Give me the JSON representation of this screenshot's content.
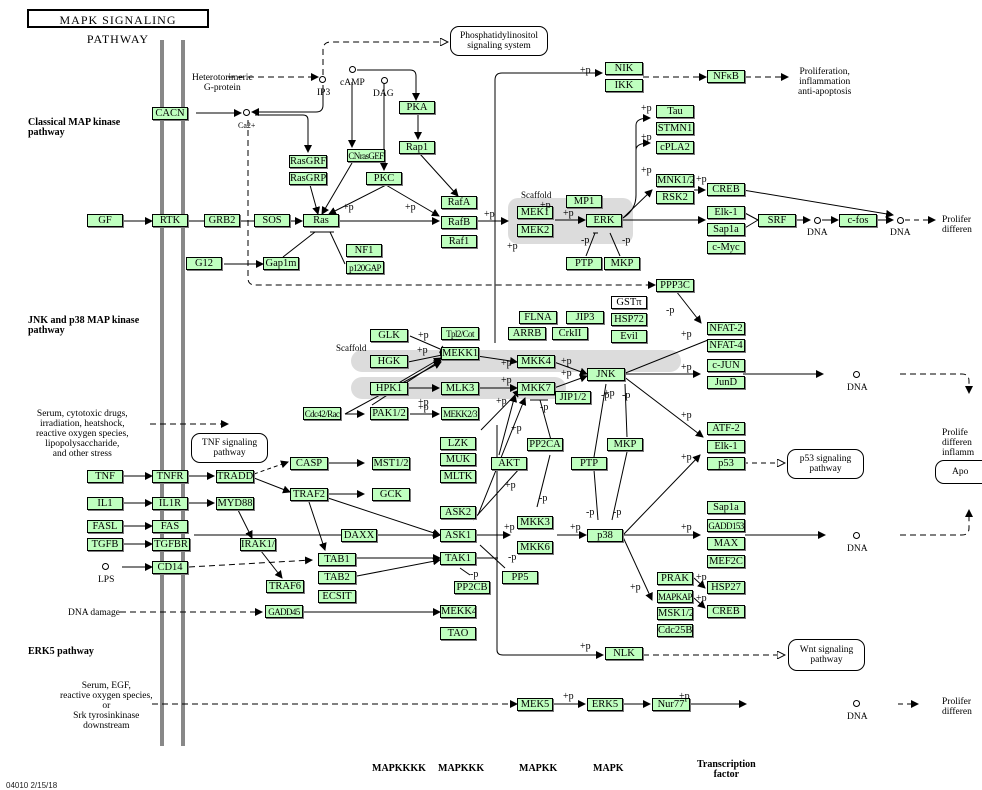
{
  "title": "MAPK SIGNALING PATHWAY",
  "pathway_id_date": "04010 2/15/18",
  "section_labels": {
    "classical": "Classical MAP kinase\npathway",
    "jnk_p38": "JNK and p38 MAP kinase\npathway",
    "erk5": "ERK5 pathway"
  },
  "column_labels": [
    "MAPKKKK",
    "MAPKKK",
    "MAPKK",
    "MAPK",
    "Transcription\nfactor"
  ],
  "stimuli": {
    "heterotrimeric": "Heterotorimeric\nG-protein",
    "stress": "Serum, cytotoxic drugs,\nirradiation, heatshock,\nreactive oxygen species,\nlipopolysaccharide,\nand other stress",
    "dna_damage": "DNA damage",
    "serum_egf": "Serum, EGF,\nreactive oxygen species,\nor\nSrk tyrosinkinase\ndownstream"
  },
  "compounds": {
    "ip3": "IP3",
    "camp": "cAMP",
    "dag": "DAG",
    "ca": "Ca2+",
    "lps": "LPS",
    "dna": "DNA"
  },
  "outcomes": {
    "nfkb_outcome": "Proliferation,\ninflammation\nanti-apoptosis",
    "prolif_diff": "Prolifer\ndifferen",
    "prolif_diff_infl": "Prolife\ndifferen\ninflamm",
    "apoptosis": "Apo"
  },
  "maps": {
    "phosphatidylinositol": "Phosphatidylinositol\nsignaling system",
    "tnf": "TNF signaling\npathway",
    "p53": "p53 signaling\npathway",
    "wnt": "Wnt signaling\npathway"
  },
  "scaffold_labels": [
    "Scaffold",
    "Scaffold"
  ],
  "nodes": {
    "CACN": "CACN",
    "RasGRF": "RasGRF",
    "RasGRP": "RasGRP",
    "CNrasGEF": "CNrasGEF",
    "PKA": "PKA",
    "Rap1": "Rap1",
    "PKC": "PKC",
    "GF": "GF",
    "RTK": "RTK",
    "GRB2": "GRB2",
    "SOS": "SOS",
    "Ras": "Ras",
    "G12": "G12",
    "Gap1m": "Gap1m",
    "NF1": "NF1",
    "p120GAP": "p120GAP",
    "RafA": "RafA",
    "RafB": "RafB",
    "Raf1": "Raf1",
    "MEK1": "MEK1",
    "MEK2": "MEK2",
    "MP1": "MP1",
    "ERK": "ERK",
    "PTP1": "PTP",
    "MKP1": "MKP",
    "NIK": "NIK",
    "IKK": "IKK",
    "NFkB": "NFκB",
    "Tau": "Tau",
    "STMN1": "STMN1",
    "cPLA2": "cPLA2",
    "MNK12": "MNK1/2",
    "RSK2": "RSK2",
    "CREB1": "CREB",
    "Elk1a": "Elk-1",
    "Sap1a1": "Sap1a",
    "cMyc": "c-Myc",
    "SRF": "SRF",
    "cfos": "c-fos",
    "PPP3C": "PPP3C",
    "GLK": "GLK",
    "HGK": "HGK",
    "Tpl2Cot": "Tpl2/Cot",
    "MEKK1": "MEKK1",
    "FLNA": "FLNA",
    "JIP3": "JIP3",
    "ARRB": "ARRB",
    "CrkII": "CrkII",
    "GSTpi": "GSTπ",
    "HSP72": "HSP72",
    "Evil": "Evil",
    "NFAT2": "NFAT-2",
    "NFAT4": "NFAT-4",
    "cJUN": "c-JUN",
    "JunD": "JunD",
    "HPK1": "HPK1",
    "MLK3": "MLK3",
    "MKK4": "MKK4",
    "MKK7": "MKK7",
    "JNK": "JNK",
    "JIP12": "JIP1/2",
    "Cdc42Rac": "Cdc42/Rac",
    "PAK12": "PAK1/2",
    "MEKK23": "MEKK2/3",
    "LZK": "LZK",
    "MUK": "MUK",
    "MLTK": "MLTK",
    "AKT": "AKT",
    "PP2CA": "PP2CA",
    "PTP2": "PTP",
    "MKP2": "MKP",
    "ATF2": "ATF-2",
    "Elk1b": "Elk-1",
    "p53": "p53",
    "TNF": "TNF",
    "TNFR": "TNFR",
    "TRADD": "TRADD",
    "CASP": "CASP",
    "MST12": "MST1/2",
    "IL1": "IL1",
    "IL1R": "IL1R",
    "MYD88": "MYD88",
    "TRAF2": "TRAF2",
    "GCK": "GCK",
    "FASL": "FASL",
    "FAS": "FAS",
    "TGFB": "TGFB",
    "TGFBR": "TGFBR",
    "IRAK14": "IRAK1/4",
    "DAXX": "DAXX",
    "ASK2": "ASK2",
    "ASK1": "ASK1",
    "MKK3": "MKK3",
    "MKK6": "MKK6",
    "p38": "p38",
    "CD14": "CD14",
    "TAB1": "TAB1",
    "TAB2": "TAB2",
    "TRAF6": "TRAF6",
    "ECSIT": "ECSIT",
    "TAK1": "TAK1",
    "PP5": "PP5",
    "PP2CB": "PP2CB",
    "GADD45": "GADD45",
    "MEKK4": "MEKK4",
    "TAO": "TAO",
    "Sap1a2": "Sap1a",
    "GADD153": "GADD153",
    "MAX": "MAX",
    "MEF2C": "MEF2C",
    "PRAK": "PRAK",
    "MAPKAPK": "MAPKAPK",
    "HSP27": "HSP27",
    "MSK12": "MSK1/2",
    "CREB2": "CREB",
    "Cdc25B": "Cdc25B",
    "NLK": "NLK",
    "MEK5": "MEK5",
    "ERK5": "ERK5",
    "Nur77": "Nur77"
  },
  "edge_labels": {
    "plus_p": "+p",
    "minus_p": "-p"
  },
  "colors": {
    "gene_fill": "#bfffbf",
    "scaffold_fill": "#dcdcdc",
    "membrane": "#888888"
  }
}
